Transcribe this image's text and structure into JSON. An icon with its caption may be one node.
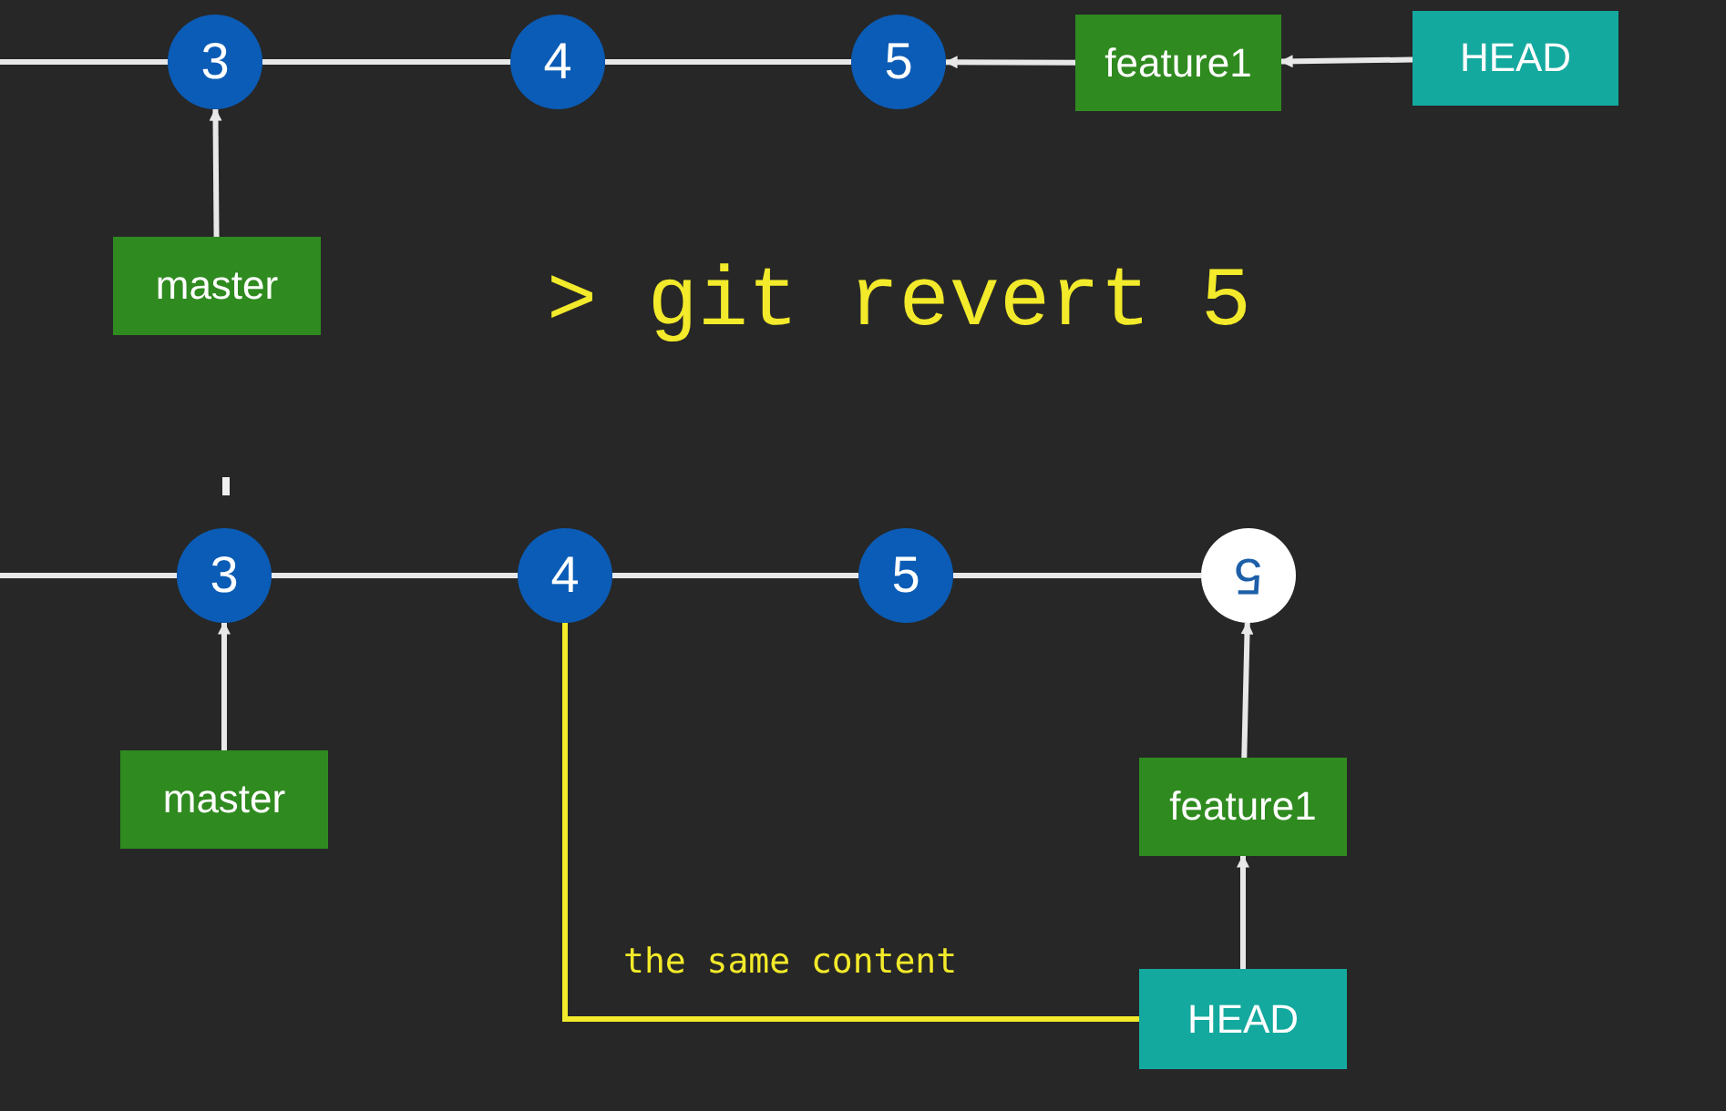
{
  "diagram": {
    "nodes": [
      {
        "text": [
          "3"
        ]
      },
      {
        "text": [
          "4"
        ]
      },
      {
        "text": [
          "5"
        ]
      },
      {
        "text": [
          "feature1"
        ]
      },
      {
        "text": [
          "HEAD"
        ]
      },
      {
        "text": [
          "master"
        ]
      },
      {
        "text": [
          "3"
        ]
      },
      {
        "text": [
          "4"
        ]
      },
      {
        "text": [
          "5"
        ]
      },
      {
        "text": [
          "5"
        ]
      },
      {
        "text": [
          "master"
        ]
      },
      {
        "text": [
          "feature1"
        ]
      },
      {
        "text": [
          "HEAD"
        ]
      }
    ],
    "edges": [
      {
        "from": null,
        "to": 0,
        "arrow": "none"
      },
      {
        "from": 0,
        "to": 1,
        "arrow": "none"
      },
      {
        "from": 1,
        "to": 2,
        "arrow": "none"
      },
      {
        "from": 3,
        "to": 2,
        "arrow": "to"
      },
      {
        "from": 4,
        "to": 3,
        "arrow": "to"
      },
      {
        "from": 5,
        "to": 0,
        "arrow": "to"
      },
      {
        "from": null,
        "to": 6,
        "arrow": "none"
      },
      {
        "from": 6,
        "to": 7,
        "arrow": "none"
      },
      {
        "from": 7,
        "to": 8,
        "arrow": "none"
      },
      {
        "from": 8,
        "to": 9,
        "arrow": "none"
      },
      {
        "from": 10,
        "to": 6,
        "arrow": "to"
      },
      {
        "from": 11,
        "to": 9,
        "arrow": "to"
      },
      {
        "from": 12,
        "to": 11,
        "arrow": "to"
      },
      {
        "from": 7,
        "to": 12,
        "arrow": "none",
        "label": "the same content",
        "color": "#f2ea2a"
      }
    ],
    "labels": [
      "> git revert 5"
    ]
  }
}
